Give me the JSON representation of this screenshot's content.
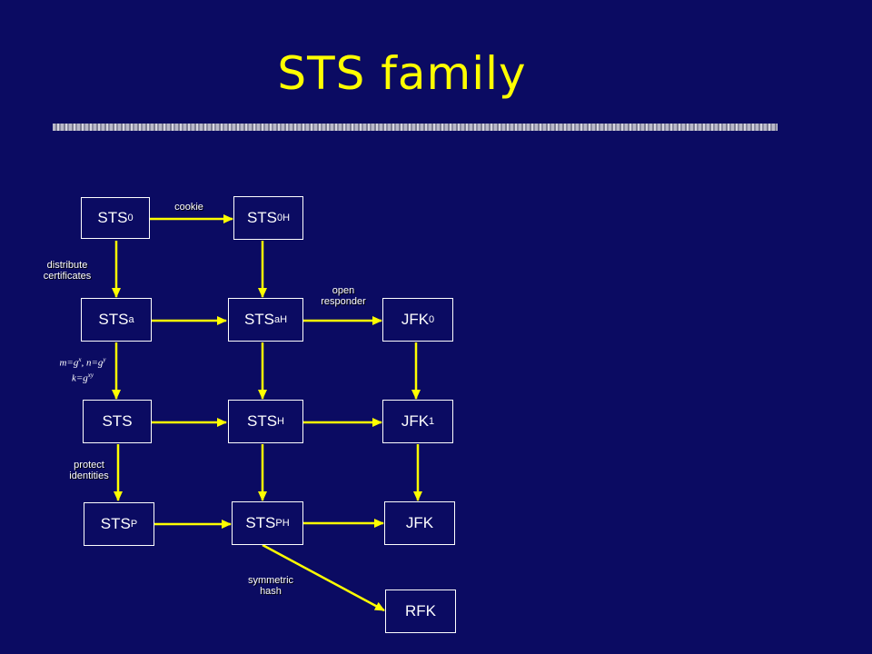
{
  "title": "STS family",
  "colors": {
    "background": "#0b0b62",
    "title": "#ffff00",
    "arrow": "#ffff00",
    "box_border": "#ffffff",
    "text": "#ffffff"
  },
  "nodes": {
    "sts0": {
      "main": "STS",
      "sub": "0"
    },
    "sts0h": {
      "main": "STS",
      "sub": "0H"
    },
    "stsa": {
      "main": "STS",
      "sub": "a"
    },
    "stsah": {
      "main": "STS",
      "sub": "aH"
    },
    "jfk0": {
      "main": "JFK",
      "sub": "0"
    },
    "sts": {
      "main": "STS",
      "sub": ""
    },
    "stsh": {
      "main": "STS",
      "sub": "H"
    },
    "jfk1": {
      "main": "JFK",
      "sub": "1"
    },
    "stsp": {
      "main": "STS",
      "sub": "P"
    },
    "stsph": {
      "main": "STS",
      "sub": "PH"
    },
    "jfk": {
      "main": "JFK",
      "sub": ""
    },
    "rfk": {
      "main": "RFK",
      "sub": ""
    }
  },
  "labels": {
    "cookie": "cookie",
    "distribute_1": "distribute",
    "distribute_2": "certificates",
    "open_1": "open",
    "open_2": "responder",
    "protect_1": "protect",
    "protect_2": "identities",
    "symmetric_1": "symmetric",
    "symmetric_2": "hash"
  },
  "formula": {
    "m": "m=g",
    "m_exp": "x",
    "n": ", n=g",
    "n_exp": "y",
    "k": "k=g",
    "k_exp": "xy"
  }
}
